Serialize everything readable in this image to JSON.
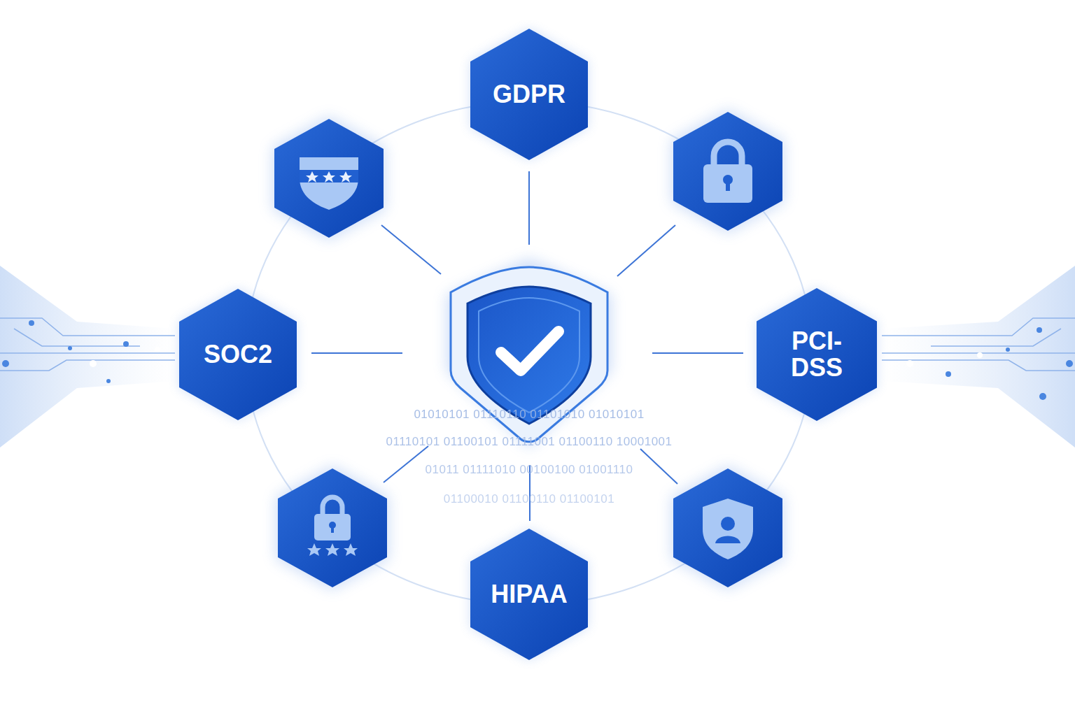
{
  "diagram": {
    "nodes": [
      {
        "text": [
          "GDPR"
        ]
      },
      {
        "text": [
          "SOC2"
        ]
      },
      {
        "text": [
          "PCI-DSS"
        ]
      },
      {
        "text": [
          "HIPAA"
        ]
      }
    ],
    "labels": [
      "01010101 01110110 01101010 01010101",
      "01110101 01100101 01111001 01100110 10001001",
      "01011 01111010 00100100 01001110",
      "01100010 01100110 01100101"
    ]
  }
}
